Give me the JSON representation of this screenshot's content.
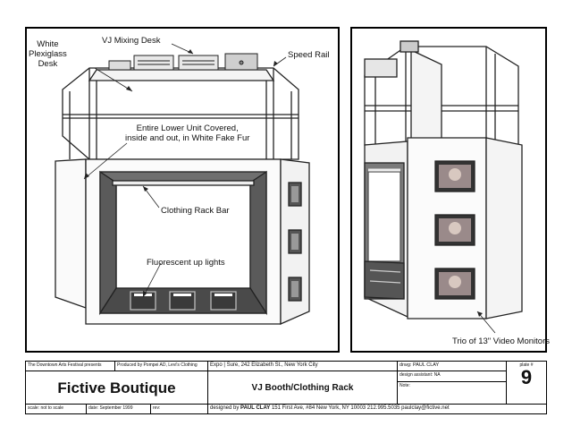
{
  "left_panel": {
    "labels": {
      "vj_mixing_desk": "VJ Mixing Desk",
      "white_plexiglass_desk": "White\nPlexiglass\nDesk",
      "speed_rail": "Speed Rail",
      "lower_unit_covered": "Entire Lower Unit Covered,\ninside and out, in White Fake Fur",
      "clothing_rack_bar": "Clothing Rack Bar",
      "fluorescent_up_lights": "Fluorescent up lights"
    }
  },
  "right_panel": {
    "labels": {
      "video_monitors": "Trio of 13\" Video Monitors"
    }
  },
  "title_block": {
    "festival": "The Downtown Arts Festival presents",
    "produced_by": "Produced by Pompei AD, Levi's Clothing",
    "project_title": "Fictive Boutique",
    "venue": "Expo | Sure, 242 Elizabeth St., New York City",
    "drawing_title": "VJ Booth/Clothing Rack",
    "drawn_by": "drwg: PAUL CLAY",
    "design_assistant": "design assistant: NA",
    "note": "Note:",
    "plate_label": "plate #",
    "plate_number": "9",
    "scale": "scale: not to scale",
    "date": "date: September 1999",
    "rev": "rev:",
    "designed_by_prefix": "designed by",
    "designer": "PAUL CLAY",
    "address": "151 First Ave, #84 New York, NY 10003",
    "phone": "212.995.5035",
    "email": "paulclay@fictive.net"
  }
}
